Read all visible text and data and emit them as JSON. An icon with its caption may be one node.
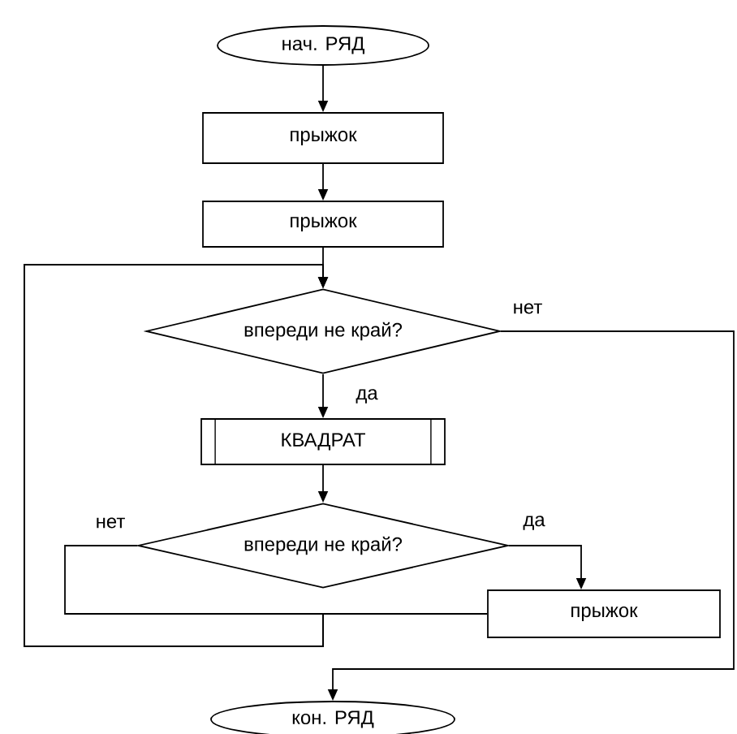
{
  "diagram": {
    "nodes": [
      {
        "text": [
          "нач. РЯД"
        ]
      },
      {
        "text": [
          "прыжок"
        ]
      },
      {
        "text": [
          "прыжок"
        ]
      },
      {
        "text": [
          "впереди не край?"
        ]
      },
      {
        "text": [
          "КВАДРАТ"
        ]
      },
      {
        "text": [
          "впереди не край?"
        ]
      },
      {
        "text": [
          "прыжок"
        ]
      },
      {
        "text": [
          "кон. РЯД"
        ]
      }
    ],
    "edges": [
      {
        "from": 0,
        "to": 1,
        "arrow": "to"
      },
      {
        "from": 1,
        "to": 2,
        "arrow": "to"
      },
      {
        "from": 2,
        "to": 3,
        "arrow": "to"
      },
      {
        "from": 3,
        "to": 4,
        "label": "да",
        "arrow": "to"
      },
      {
        "from": 4,
        "to": 5,
        "arrow": "to"
      },
      {
        "from": 5,
        "to": 6,
        "label": "да",
        "arrow": "to"
      },
      {
        "from": 5,
        "to": 3,
        "label": "нет",
        "arrow": "to"
      },
      {
        "from": 6,
        "to": 3,
        "arrow": "to"
      },
      {
        "from": 3,
        "to": 7,
        "label": "нет",
        "arrow": "to"
      }
    ]
  }
}
